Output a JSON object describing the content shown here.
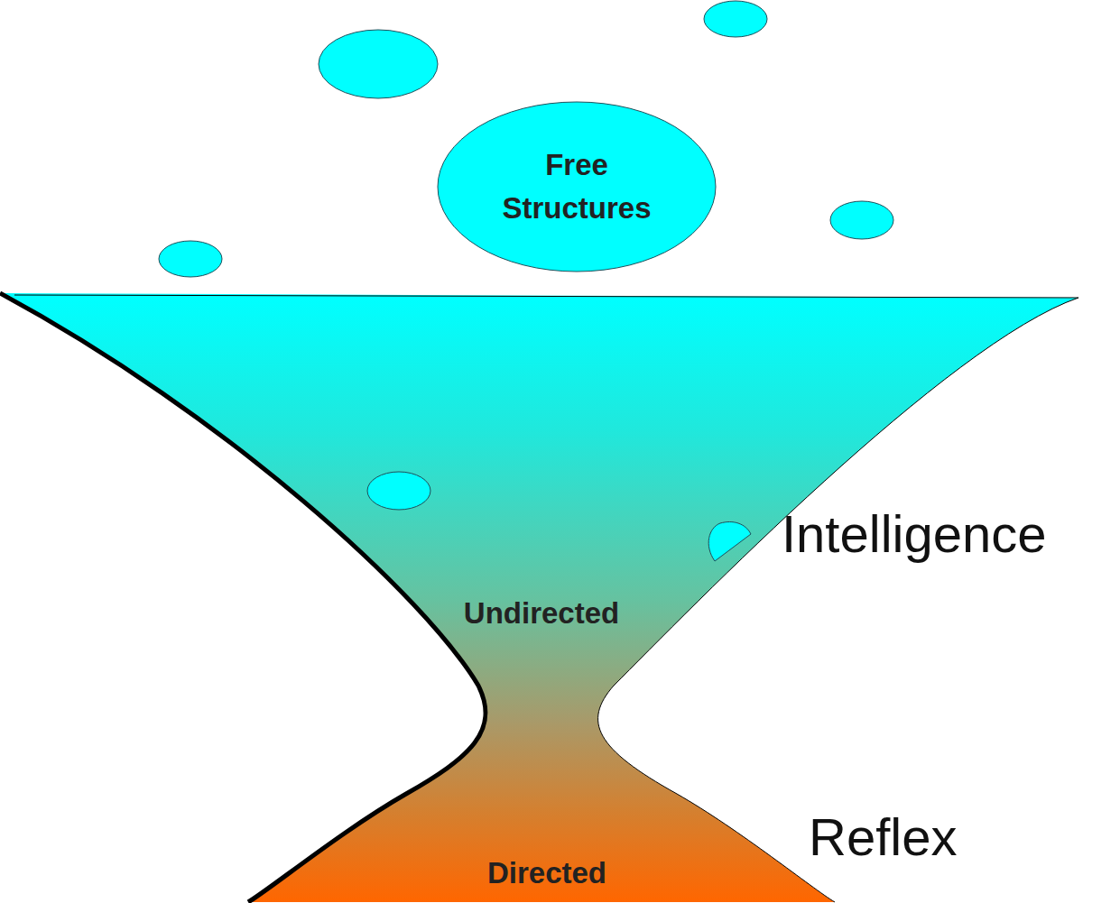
{
  "diagram": {
    "nodes": [
      {
        "text": [
          "Free Structures"
        ]
      },
      {
        "text": [
          "Undirected",
          "Directed"
        ]
      }
    ],
    "labels": [
      "Intelligence",
      "Reflex"
    ]
  }
}
